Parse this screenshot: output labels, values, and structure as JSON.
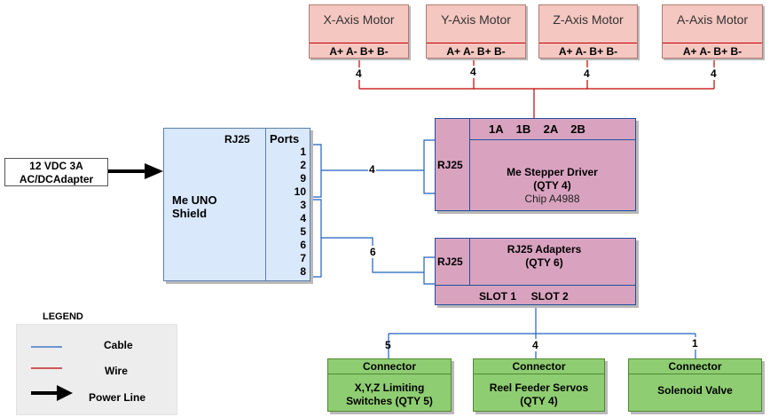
{
  "motors": [
    {
      "name": "X-Axis Motor",
      "pins": "A+ A-  B+ B-",
      "wire_count": "4"
    },
    {
      "name": "Y-Axis Motor",
      "pins": "A+ A-  B+ B-",
      "wire_count": "4"
    },
    {
      "name": "Z-Axis Motor",
      "pins": "A+ A-  B+ B-",
      "wire_count": "4"
    },
    {
      "name": "A-Axis Motor",
      "pins": "A+ A-  B+ B-",
      "wire_count": "4"
    }
  ],
  "power": {
    "label_line1": "12 VDC 3A",
    "label_line2": "AC/DCAdapter"
  },
  "shield": {
    "title_line1": "Me UNO",
    "title_line2": "Shield",
    "rj25_label": "RJ25",
    "ports_label": "Ports",
    "ports": [
      "1",
      "2",
      "9",
      "10",
      "3",
      "4",
      "5",
      "6",
      "7",
      "8"
    ]
  },
  "stepper": {
    "rj25_label": "RJ25",
    "header_pins": "1A    1B    2A    2B",
    "title": "Me Stepper Driver",
    "qty": "(QTY 4)",
    "chip": "Chip A4988",
    "cable_count": "4"
  },
  "adapters": {
    "rj25_label": "RJ25",
    "title": "RJ25 Adapters",
    "qty": "(QTY 6)",
    "slots": "SLOT 1     SLOT 2",
    "cable_count": "6"
  },
  "connectors": [
    {
      "header": "Connector",
      "line1": "X,Y,Z Limiting",
      "line2": "Switches (QTY 5)",
      "count": "5"
    },
    {
      "header": "Connector",
      "line1": "Reel Feeder Servos",
      "line2": "(QTY 4)",
      "count": "4"
    },
    {
      "header": "Connector",
      "line1": "Solenoid Valve",
      "line2": "",
      "count": "1"
    }
  ],
  "legend": {
    "title": "LEGEND",
    "cable": "Cable",
    "wire": "Wire",
    "power": "Power Line"
  },
  "colors": {
    "cable": "#1f5fbf",
    "wire": "#c00000",
    "motor_fill": "#f4c7c1",
    "driver_fill": "#d9a3c0",
    "shield_fill": "#dae8fc",
    "connector_fill": "#8fcd72"
  }
}
